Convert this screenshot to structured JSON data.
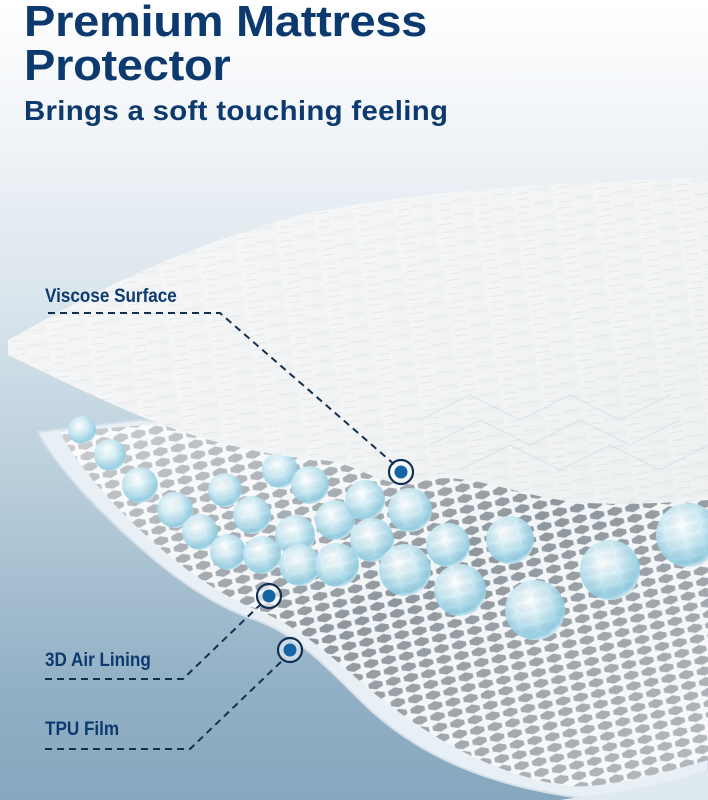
{
  "headline": {
    "title_line1": "Premium Mattress",
    "title_line2": "Protector",
    "subtitle": "Brings a soft touching feeling"
  },
  "layers": [
    {
      "id": "viscose-surface",
      "label": "Viscose Surface"
    },
    {
      "id": "3d-air-lining",
      "label": "3D Air Lining"
    },
    {
      "id": "tpu-film",
      "label": "TPU Film"
    }
  ],
  "colors": {
    "navy": "#0d3a6e",
    "marker_blue": "#1565a6",
    "bg_top": "#ffffff",
    "bg_bottom": "#86a7be",
    "fabric": "#f4f5f6",
    "mesh": "#8d959c",
    "bubble": "#bfe2ef",
    "film": "#e7f0f6"
  }
}
